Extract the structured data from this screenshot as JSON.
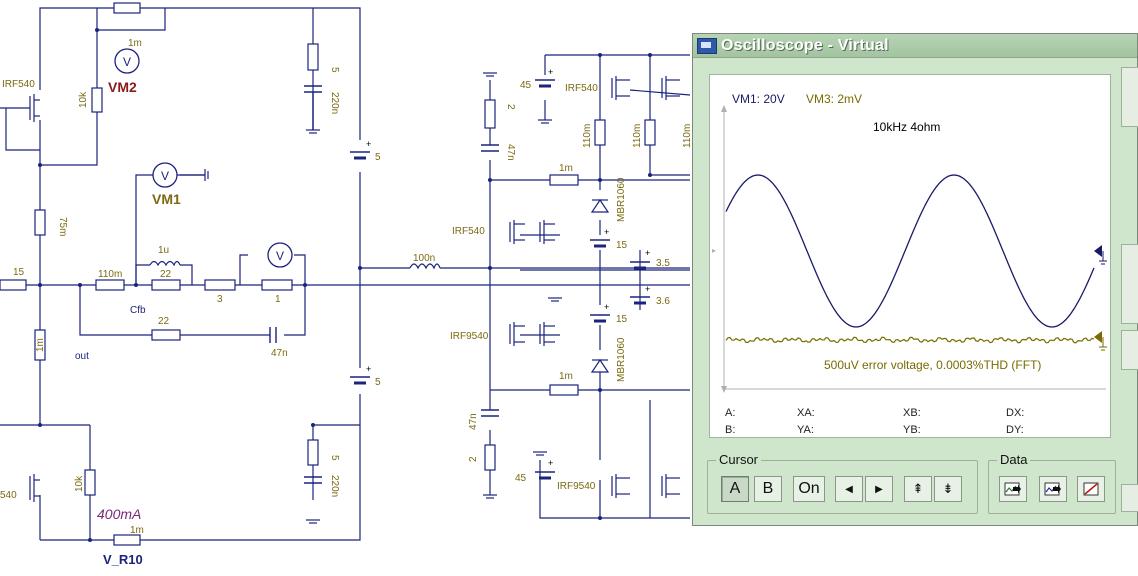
{
  "window": {
    "title": "Oscilloscope - Virtual",
    "channel_labels": [
      "VM1: 20V",
      "VM3: 2mV"
    ],
    "plot_title": "10kHz 4ohm",
    "annotation": "500uV error voltage, 0.0003%THD (FFT)",
    "readouts": {
      "a": "A:",
      "xa": "XA:",
      "xb": "XB:",
      "dx": "DX:",
      "b": "B:",
      "ya": "YA:",
      "yb": "YB:",
      "dy": "DY:"
    },
    "cursor_group": {
      "title": "Cursor",
      "btn_a": "A",
      "btn_b": "B",
      "btn_on": "On",
      "btn_left": "◀",
      "btn_right": "▶",
      "btn_up": "⇞",
      "btn_down": "⇟"
    },
    "data_group": {
      "title": "Data"
    },
    "colors": {
      "vm1_trace": "#1a1a6a",
      "vm3_trace": "#7a6a00",
      "window_bg": "#cfe6cc"
    }
  },
  "schematic": {
    "labels": {
      "irf540_top_left": "IRF540",
      "vm2": "VM2",
      "r_1m_top": "1m",
      "r_10k_top": "10k",
      "r_5_top": "5",
      "c_220n_top": "220n",
      "bat_5_top": "5",
      "vm1": "VM1",
      "r_75m": "75m",
      "ind_1u": "1u",
      "r_22_a": "22",
      "r_15": "15",
      "r_110m": "110m",
      "cfb": "Cfb",
      "r_3": "3",
      "r_1": "1",
      "r_22_b": "22",
      "c_47n": "47n",
      "out": "out",
      "r_1m_mid": "1m",
      "bat_5_bottom": "5",
      "r_5_bot": "5",
      "c_220n_bot": "220n",
      "r_10k_bot": "10k",
      "current": "400mA",
      "r_1m_bot": "1m",
      "v_r10": "V_R10",
      "irf540_bot_left": "540",
      "ind_100n": "100n",
      "bat_45_top": "45",
      "r_2_top": "2",
      "c_47n_top": "47n",
      "irf540_top_mid": "IRF540",
      "r_110m_a": "110m",
      "r_110m_b": "110m",
      "r_110m_c": "110m",
      "r_1m_right_top": "1m",
      "mbr_top": "MBR1060",
      "irf540_mid": "IRF540",
      "bat_15_top": "15",
      "bat_3_5": "3.5",
      "bat_3_6": "3.6",
      "bat_15_bot": "15",
      "irf9540_mid": "IRF9540",
      "mbr_bot": "MBR1060",
      "r_1m_right_bot": "1m",
      "c_47n_bot": "47n",
      "r_2_bot": "2",
      "bat_45_bot": "45",
      "irf9540_bot": "IRF9540"
    }
  }
}
